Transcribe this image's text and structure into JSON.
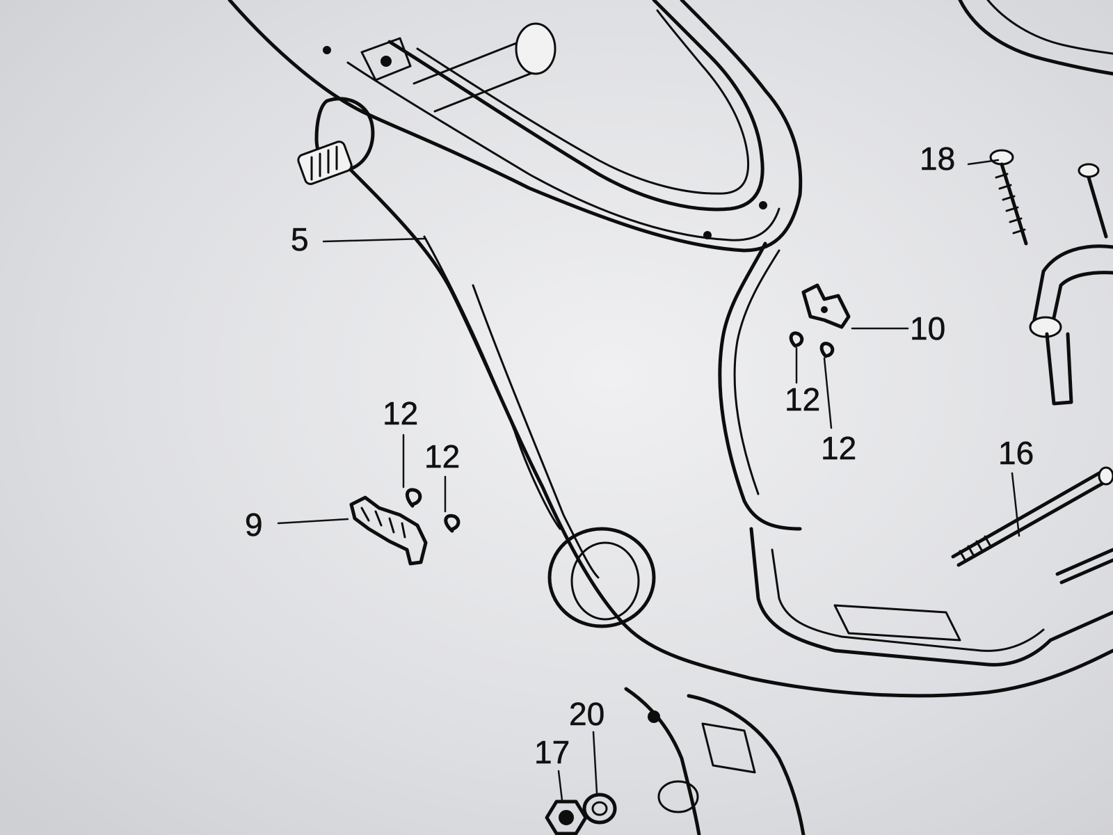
{
  "diagram": {
    "labels": {
      "part_5": "5",
      "part_9": "9",
      "part_10": "10",
      "part_12_left_top": "12",
      "part_12_left_bottom": "12",
      "part_12_right_top": "12",
      "part_12_right_bottom": "12",
      "part_16": "16",
      "part_17": "17",
      "part_18": "18",
      "part_20": "20"
    },
    "colors": {
      "ink": "#111111",
      "paper": "#dcdde0",
      "paper_highlight": "#eceef0"
    }
  }
}
